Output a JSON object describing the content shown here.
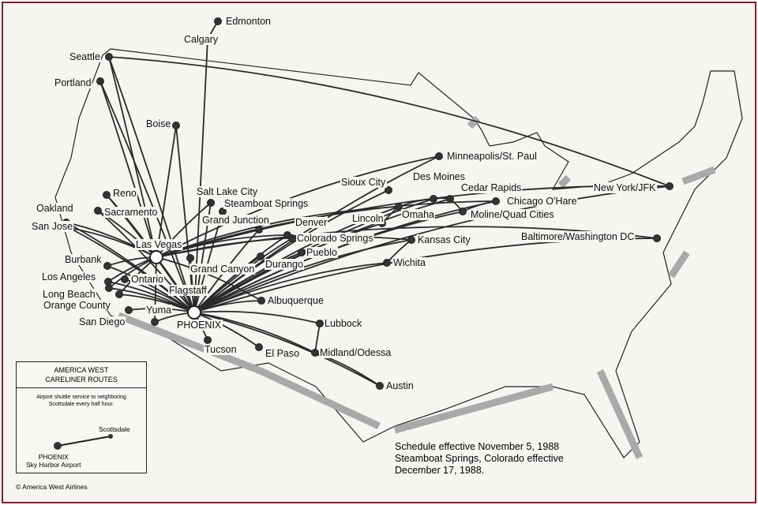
{
  "map": {
    "cities": [
      "Edmonton",
      "Calgary",
      "Seattle",
      "Portland",
      "Boise",
      "Reno",
      "Sacramento",
      "Oakland",
      "San Jose",
      "Burbank",
      "Los Angeles",
      "Long Beach",
      "Orange County",
      "San Diego",
      "Yuma",
      "Ontario",
      "Las Vegas",
      "PHOENIX",
      "Flagstaff",
      "Grand Canyon",
      "Tucson",
      "Salt Lake City",
      "Steamboat Springs",
      "Grand Junction",
      "Denver",
      "Colorado Springs",
      "Pueblo",
      "Durango",
      "Albuquerque",
      "El Paso",
      "Lubbock",
      "Midland/Odessa",
      "Austin",
      "Wichita",
      "Kansas City",
      "Lincoln",
      "Omaha",
      "Sioux City",
      "Des Moines",
      "Cedar Rapids",
      "Moline/Quad Cities",
      "Chicago O'Hare",
      "Minneapolis/St. Paul",
      "New York/JFK",
      "Baltimore/Washington DC"
    ],
    "hubs": [
      "PHOENIX",
      "Las Vegas"
    ],
    "colors": {
      "route": "#2a2a2a",
      "coast": "#a9a9a9",
      "frame": "#8b1a2b"
    }
  },
  "legend": {
    "title_line1": "AMERICA WEST",
    "title_line2": "CARELINER ROUTES",
    "description": "Airport shuttle service to neighboring Scottsdale every half hour.",
    "scottsdale": "Scottsdale",
    "phoenix": "PHOENIX",
    "airport": "Sky Harbor Airport"
  },
  "copyright": "© America West Airlines",
  "note": [
    "Schedule effective November 5, 1988",
    "Steamboat Springs, Colorado effective",
    "December 17, 1988."
  ]
}
